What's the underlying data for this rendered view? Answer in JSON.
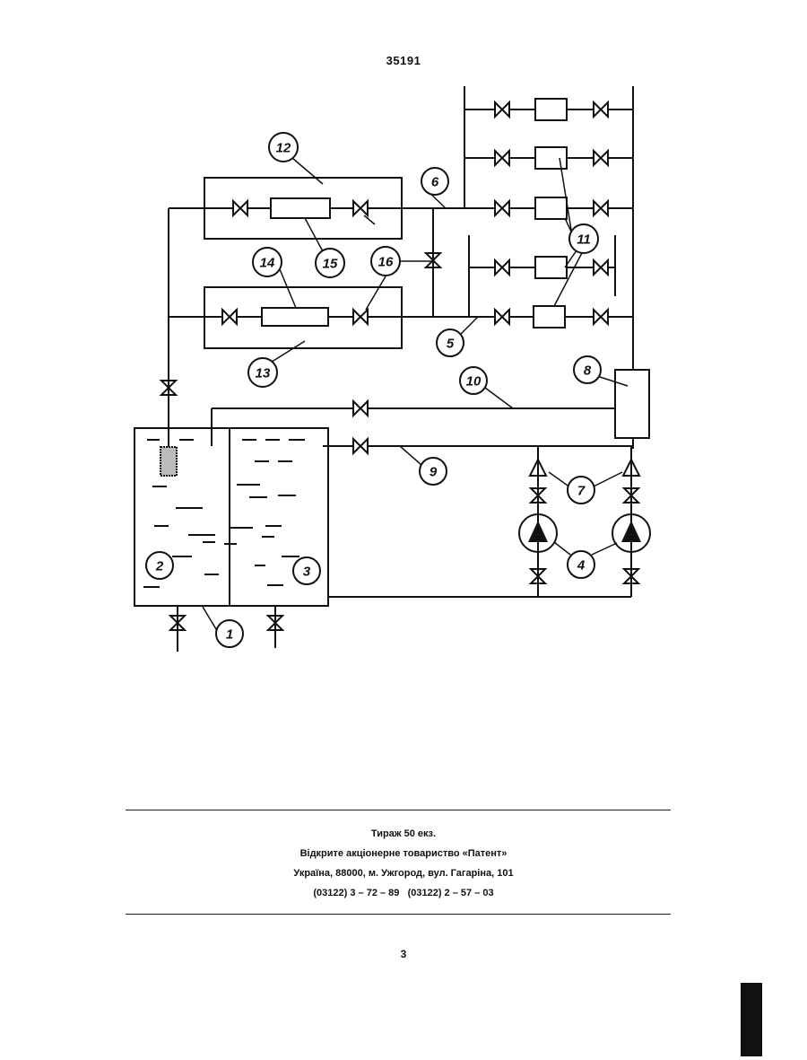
{
  "header": {
    "patent_number": "35191"
  },
  "diagram": {
    "callouts": [
      "1",
      "2",
      "3",
      "4",
      "5",
      "6",
      "7",
      "8",
      "9",
      "10",
      "11",
      "12",
      "13",
      "14",
      "15",
      "16"
    ]
  },
  "imprint": {
    "line1": "Тираж 50 екз.",
    "line2": "Відкрите акціонерне товариство «Патент»",
    "line3": "Україна, 88000, м. Ужгород, вул. Гагаріна, 101",
    "line4": "(03122) 3 – 72 – 89   (03122) 2 – 57 – 03"
  },
  "footer": {
    "page_number": "3"
  },
  "colors": {
    "ink": "#111111",
    "paper": "#ffffff"
  }
}
